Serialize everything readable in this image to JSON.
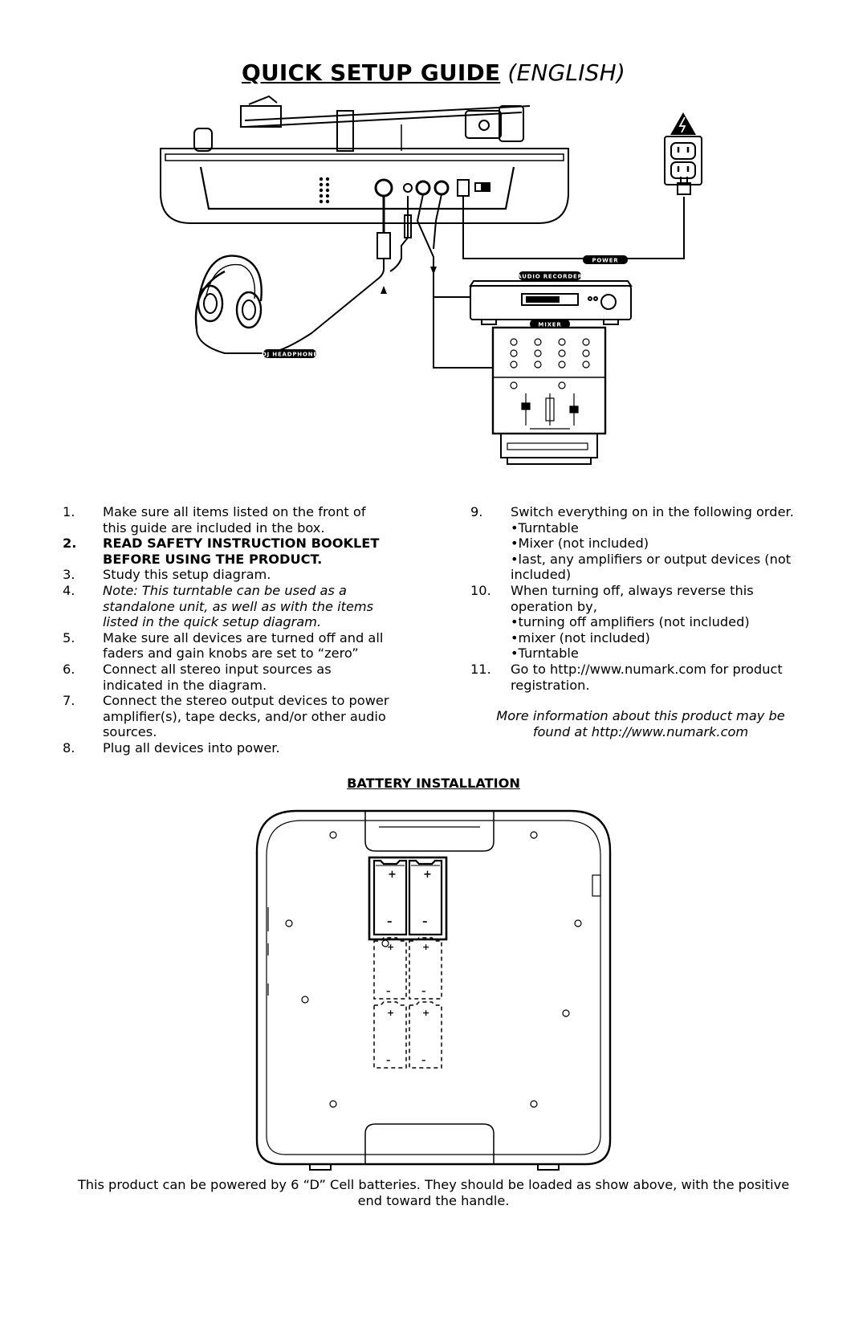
{
  "title": {
    "main": "QUICK SETUP GUIDE",
    "sub": "(ENGLISH)"
  },
  "diagram_labels": {
    "power": "POWER",
    "audio_recorder": "AUDIO RECORDER",
    "mixer": "MIXER",
    "headphone": "DJ HEADPHONE"
  },
  "steps_left": [
    {
      "num": "1.",
      "lines": [
        "Make sure all items listed on the front of",
        "this guide are included in the box."
      ]
    },
    {
      "num": "2.",
      "lines": [
        "READ SAFETY INSTRUCTION BOOKLET",
        "BEFORE USING THE PRODUCT."
      ]
    },
    {
      "num": "3.",
      "lines": [
        "Study this setup diagram."
      ]
    },
    {
      "num": "4.",
      "lines": [
        "Note: This turntable can be used as a",
        "standalone unit, as well as with the items",
        "listed in the quick setup diagram."
      ]
    },
    {
      "num": "5.",
      "lines": [
        "Make sure all devices are turned off and all",
        "faders and gain knobs are set to  “zero”"
      ]
    },
    {
      "num": "6.",
      "lines": [
        "Connect all stereo input sources as",
        "indicated in the diagram."
      ]
    },
    {
      "num": "7.",
      "lines": [
        "Connect the stereo output devices to power",
        "amplifier(s), tape decks, and/or other audio",
        "sources."
      ]
    },
    {
      "num": "8.",
      "lines": [
        "Plug all devices into power."
      ]
    }
  ],
  "steps_right": [
    {
      "num": "9.",
      "lines": [
        "Switch everything on in the following order.",
        "•Turntable",
        "•Mixer (not included)",
        "•last, any amplifiers or output devices (not",
        "included)"
      ]
    },
    {
      "num": "10.",
      "lines": [
        "When turning off, always reverse this",
        "operation by,",
        "•turning off amplifiers (not included)",
        "•mixer (not included)",
        "•Turntable"
      ]
    },
    {
      "num": "11.",
      "lines": [
        "Go to http://www.numark.com for product",
        "registration."
      ]
    }
  ],
  "more_info": [
    "More information about this product may be",
    "found at http://www.numark.com"
  ],
  "battery": {
    "heading": "BATTERY INSTALLATION",
    "plus": "+",
    "minus": "–"
  },
  "footer": [
    "This product can be powered by 6 “D” Cell batteries.  They should be loaded as show above, with the positive",
    "end toward the handle."
  ]
}
